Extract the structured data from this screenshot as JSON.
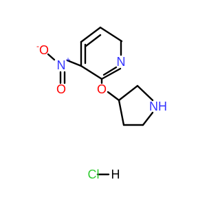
{
  "molecule": {
    "atoms": {
      "pyridine_n": {
        "label": "N",
        "color": "#3333ff"
      },
      "nitro_n": {
        "label": "N",
        "charge": "+",
        "color": "#3333ff"
      },
      "nitro_o": {
        "label": "O",
        "charge": "-",
        "color": "#ff0000"
      },
      "nitro_o2": {
        "label": "O",
        "color": "#ff0000"
      },
      "ether_o": {
        "label": "O",
        "color": "#ff0000"
      },
      "pyrrolidine_nh": {
        "label": "NH",
        "color": "#3333ff"
      }
    },
    "salt": {
      "label": "HCl",
      "cl": "Cl",
      "h": "H",
      "color": "#33cc33"
    }
  }
}
